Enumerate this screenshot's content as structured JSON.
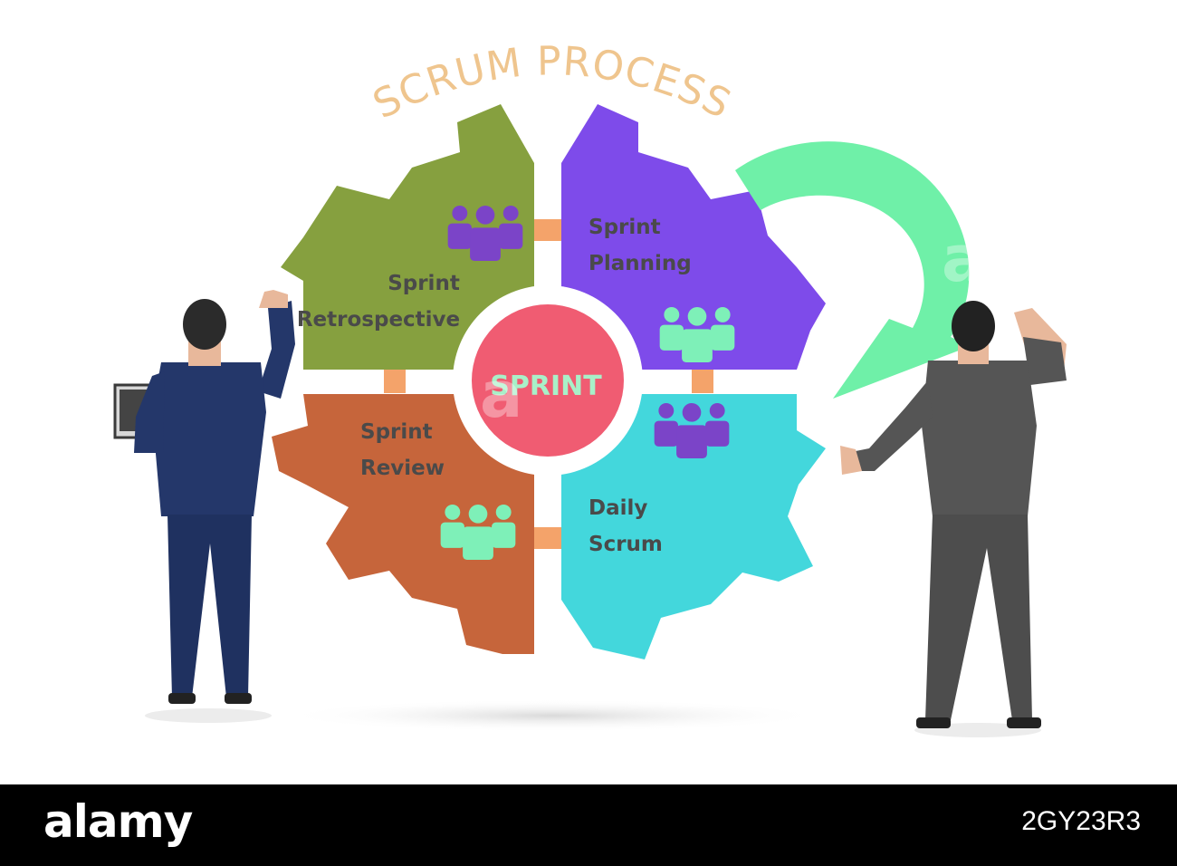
{
  "diagram": {
    "title": "SCRUM PROCESS",
    "center_label": "SPRINT",
    "segments": [
      {
        "id": "retrospective",
        "line1": "Sprint",
        "line2": "Retrospective",
        "color": "#86a03f"
      },
      {
        "id": "planning",
        "line1": "Sprint",
        "line2": "Planning",
        "color": "#7e4bea"
      },
      {
        "id": "review",
        "line1": "Sprint",
        "line2": "Review",
        "color": "#c6653b"
      },
      {
        "id": "daily",
        "line1": "Daily",
        "line2": "Scrum",
        "color": "#43d7dc"
      }
    ],
    "center_color": "#f05c72",
    "arrow_color": "#6ff0a8",
    "connector_color": "#f4a36a",
    "people_colors": {
      "purple": "#7b44c8",
      "mint": "#7ef0b8"
    }
  },
  "footer": {
    "brand": "alamy",
    "image_id": "2GY23R3"
  }
}
